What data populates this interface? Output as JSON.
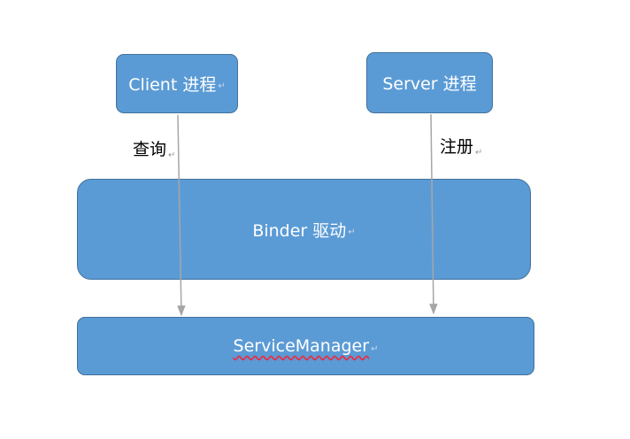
{
  "nodes": {
    "client": "Client 进程",
    "server": "Server 进程",
    "binder": "Binder 驱动",
    "service_manager": "ServiceManager"
  },
  "edges": {
    "query": "查询",
    "register": "注册"
  },
  "paragraph_mark": "↵",
  "colors": {
    "box_fill": "#5b9bd5",
    "box_border": "#41719c",
    "arrow": "#a6a6a6",
    "spellcheck_underline": "#e0334a"
  }
}
